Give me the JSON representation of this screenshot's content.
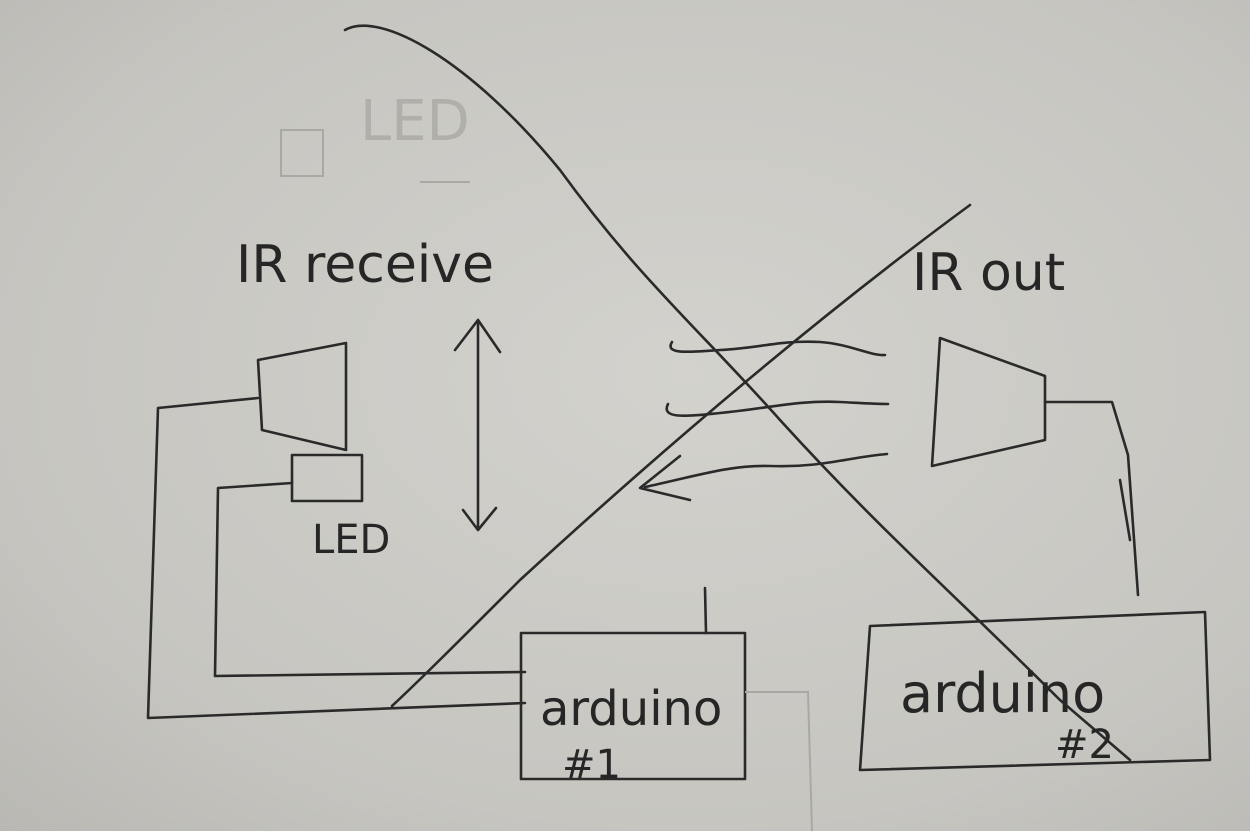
{
  "diagram": {
    "labels": {
      "faint_led": "LED",
      "ir_receive": "IR receive",
      "ir_out": "IR out",
      "led": "LED",
      "arduino1_name": "arduino",
      "arduino1_number": "#1",
      "arduino2_name": "arduino",
      "arduino2_number": "#2"
    },
    "colors": {
      "paper": "#c9c8c3",
      "ink": "#2a2a2a"
    }
  }
}
